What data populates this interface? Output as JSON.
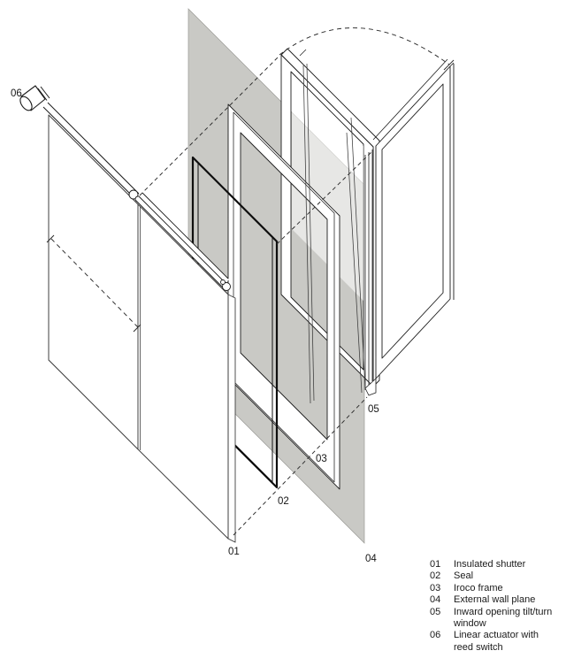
{
  "colors": {
    "background": "#ffffff",
    "wall_plane_gray": "#c9c9c5",
    "line_black": "#1c1c1c",
    "glass_overlay": "rgba(255,255,255,0.55)",
    "seal_black": "#0f0f0f",
    "text": "#1a1a1a"
  },
  "diagram": {
    "callouts": [
      {
        "text": "06"
      },
      {
        "text": "01"
      },
      {
        "text": "02"
      },
      {
        "text": "03"
      },
      {
        "text": "05"
      },
      {
        "text": "04"
      }
    ]
  },
  "legend": {
    "items": [
      {
        "num": "01",
        "line1": "Insulated shutter",
        "line2": ""
      },
      {
        "num": "02",
        "line1": "Seal",
        "line2": ""
      },
      {
        "num": "03",
        "line1": "Iroco frame",
        "line2": ""
      },
      {
        "num": "04",
        "line1": "External wall plane",
        "line2": ""
      },
      {
        "num": "05",
        "line1": "Inward opening tilt/turn",
        "line2": "window"
      },
      {
        "num": "06",
        "line1": "Linear actuator with",
        "line2": "reed switch"
      }
    ]
  }
}
